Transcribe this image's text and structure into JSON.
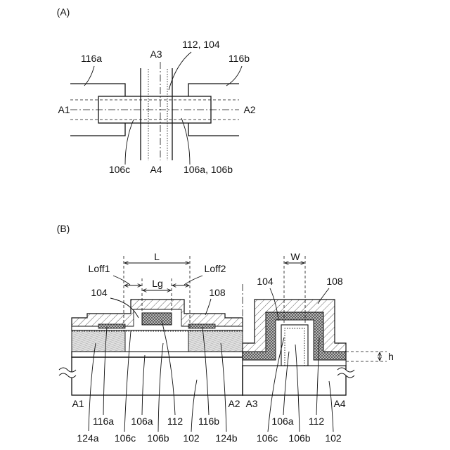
{
  "panel_a": {
    "label": "(A)",
    "electrode_left": "116a",
    "electrode_right": "116b",
    "gate": "112, 104",
    "a1": "A1",
    "a2": "A2",
    "a3": "A3",
    "a4": "A4",
    "region_106c": "106c",
    "region_106ab": "106a, 106b"
  },
  "panel_b": {
    "label": "(B)",
    "dim_l": "L",
    "dim_lg": "Lg",
    "dim_loff1": "Loff1",
    "dim_loff2": "Loff2",
    "dim_w": "W",
    "dim_h": "h",
    "left": {
      "insulator": "104",
      "layer": "108",
      "a1": "A1",
      "a2": "A2",
      "bottom": [
        "124a",
        "116a",
        "106c",
        "106a",
        "106b",
        "112",
        "102",
        "116b",
        "124b"
      ]
    },
    "right": {
      "insulator": "104",
      "layer": "108",
      "a3": "A3",
      "a4": "A4",
      "bottom": [
        "106c",
        "106a",
        "106b",
        "112",
        "102"
      ]
    }
  }
}
